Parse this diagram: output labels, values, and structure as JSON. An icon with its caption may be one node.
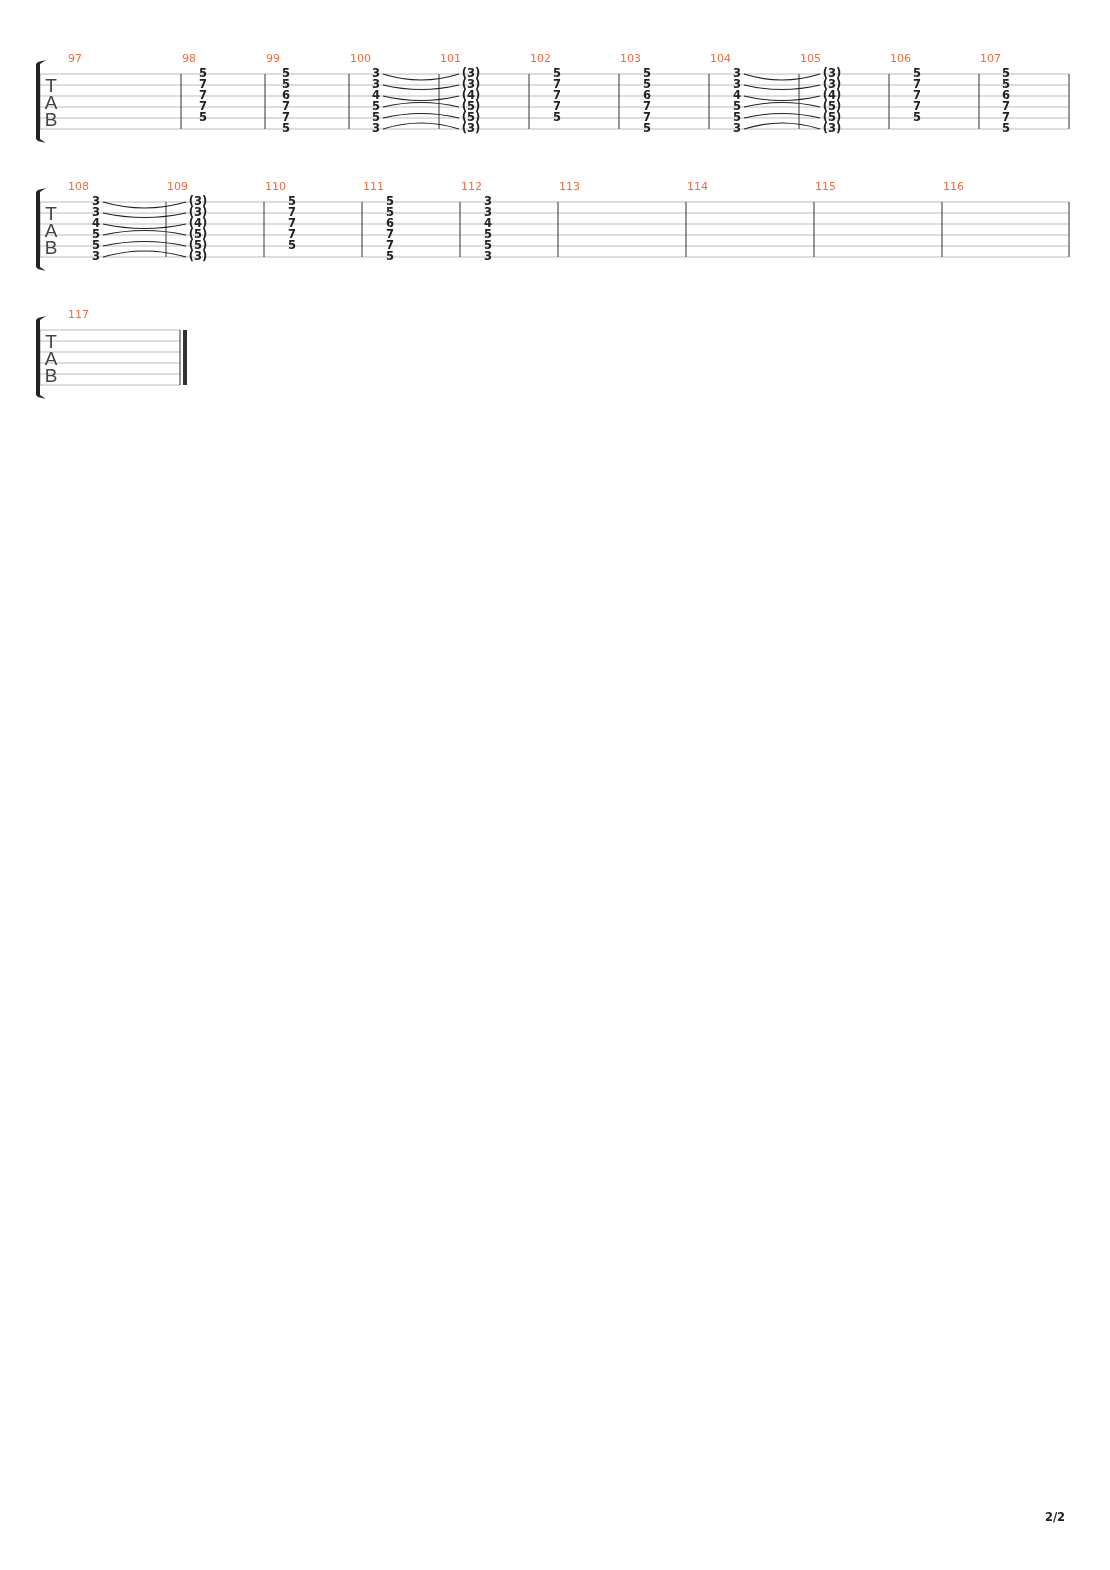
{
  "diagram": {
    "labels": [
      "97",
      "98",
      "99",
      "100",
      "101",
      "102",
      "103",
      "104",
      "105",
      "106",
      "107",
      "T",
      "A",
      "B",
      "5",
      "7",
      "7",
      "7",
      "5",
      "5",
      "5",
      "6",
      "7",
      "7",
      "5",
      "3",
      "3",
      "4",
      "5",
      "5",
      "3",
      "(3)",
      "(3)",
      "(4)",
      "(5)",
      "(5)",
      "(3)",
      "5",
      "7",
      "7",
      "7",
      "5",
      "5",
      "5",
      "6",
      "7",
      "7",
      "5",
      "3",
      "3",
      "4",
      "5",
      "5",
      "3",
      "(3)",
      "(3)",
      "(4)",
      "(5)",
      "(5)",
      "(3)",
      "5",
      "7",
      "7",
      "7",
      "5",
      "5",
      "5",
      "6",
      "7",
      "7",
      "5",
      "108",
      "109",
      "110",
      "111",
      "112",
      "113",
      "114",
      "115",
      "116",
      "T",
      "A",
      "B",
      "3",
      "3",
      "4",
      "5",
      "5",
      "3",
      "(3)",
      "(3)",
      "(4)",
      "(5)",
      "(5)",
      "(3)",
      "5",
      "7",
      "7",
      "7",
      "5",
      "5",
      "5",
      "6",
      "7",
      "7",
      "5",
      "3",
      "3",
      "4",
      "5",
      "5",
      "3",
      "117",
      "T",
      "A",
      "B",
      "2/2"
    ]
  }
}
